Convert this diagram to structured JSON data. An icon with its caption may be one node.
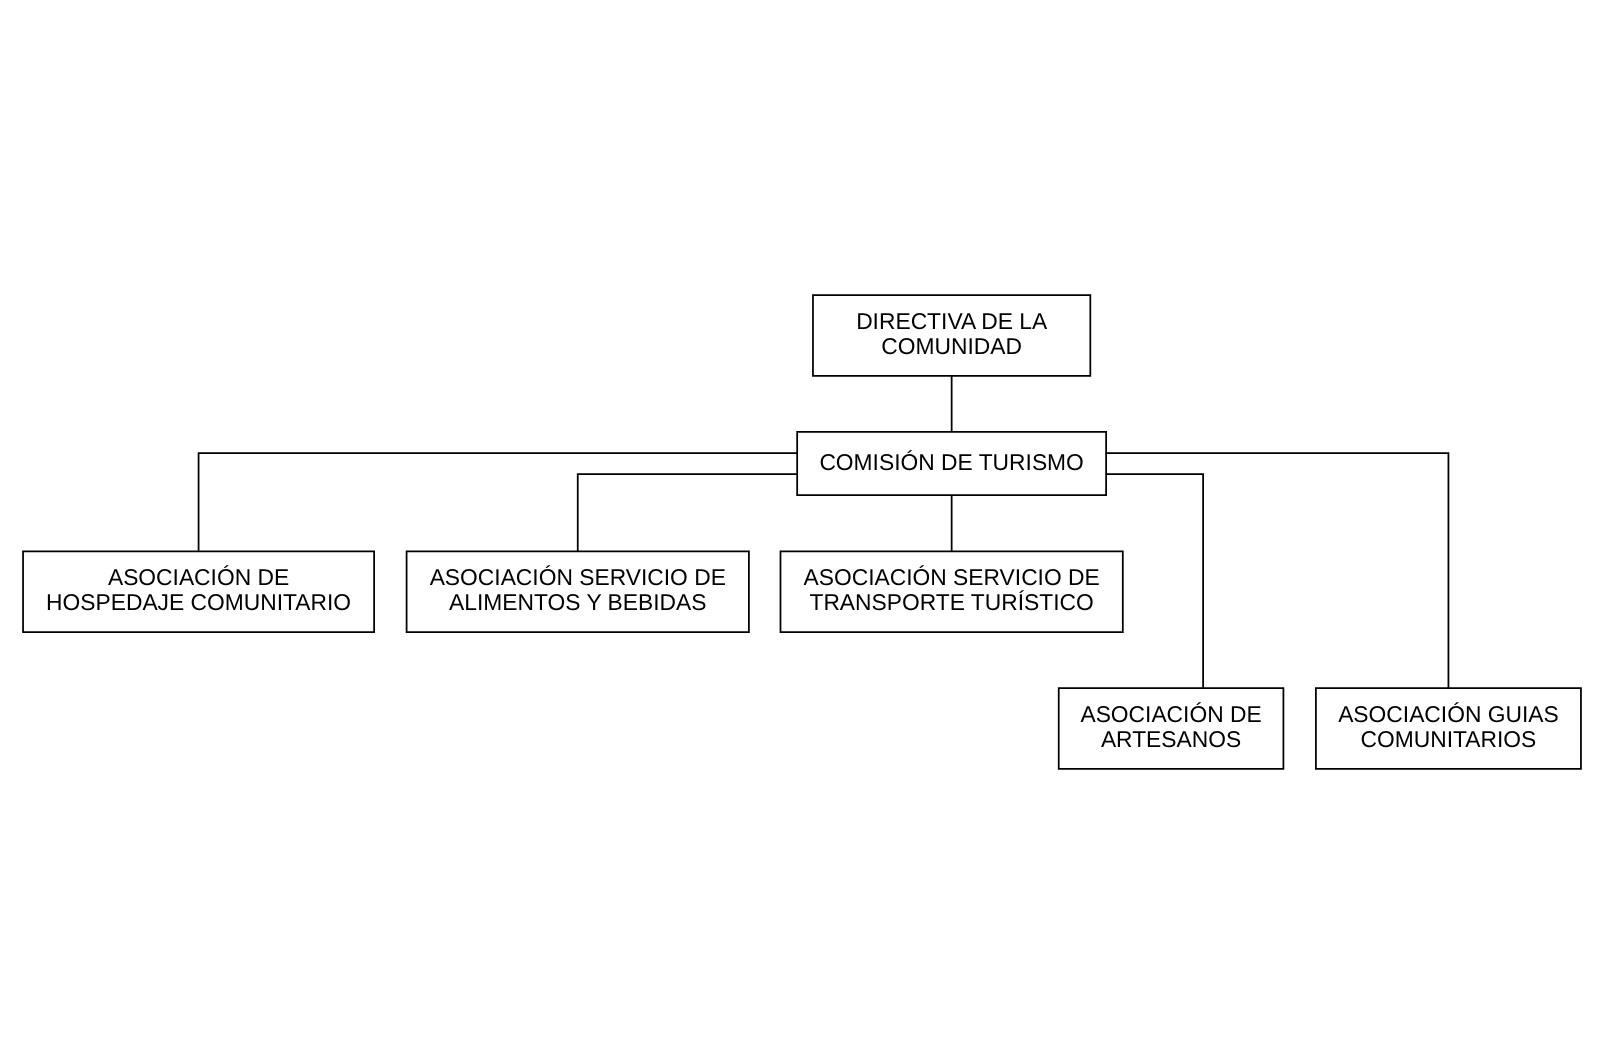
{
  "diagram": {
    "nodes": [
      {
        "text": [
          "DIRECTIVA DE LA COMUNIDAD"
        ]
      },
      {
        "text": [
          "COMISIÓN DE TURISMO"
        ]
      },
      {
        "text": [
          "ASOCIACIÓN DE HOSPEDAJE COMUNITARIO"
        ]
      },
      {
        "text": [
          "ASOCIACIÓN SERVICIO DE ALIMENTOS Y BEBIDAS"
        ]
      },
      {
        "text": [
          "ASOCIACIÓN SERVICIO DE TRANSPORTE TURÍSTICO"
        ]
      },
      {
        "text": [
          "ASOCIACIÓN DE ARTESANOS"
        ]
      },
      {
        "text": [
          "ASOCIACIÓN GUIAS COMUNITARIOS"
        ]
      }
    ],
    "edges": [
      {
        "from": 0,
        "to": 1,
        "arrow": "none"
      },
      {
        "from": 1,
        "to": 2,
        "arrow": "none"
      },
      {
        "from": 1,
        "to": 5,
        "arrow": "none"
      },
      {
        "from": 1,
        "to": 3,
        "arrow": "none"
      },
      {
        "from": 1,
        "to": 6,
        "arrow": "none"
      },
      {
        "from": 1,
        "to": 4,
        "arrow": "none"
      }
    ]
  }
}
